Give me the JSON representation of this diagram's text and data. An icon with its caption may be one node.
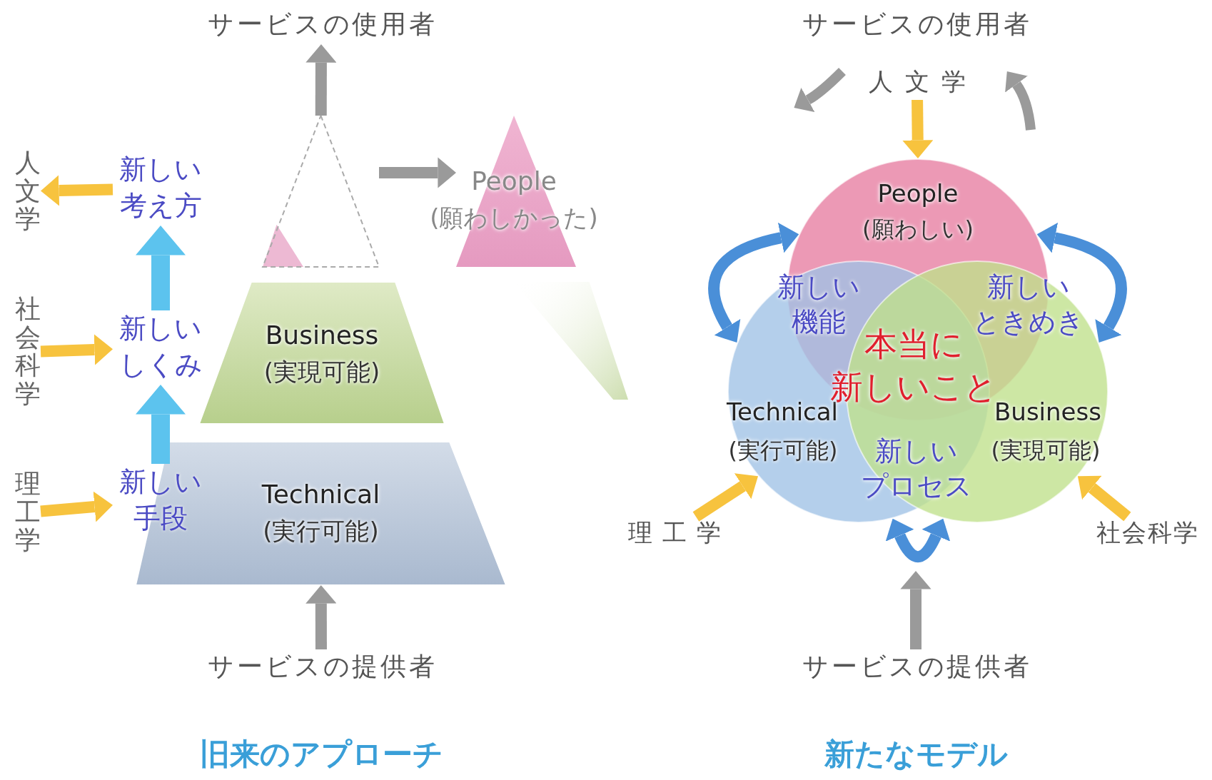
{
  "diagram": {
    "nodes": [
      {
        "text": [
          "サービスの使用者"
        ]
      },
      {
        "text": [],
        "shape": "triangle"
      },
      {
        "text": [
          "Business",
          "(実現可能)"
        ]
      },
      {
        "text": [
          "Technical",
          "(実行可能)"
        ]
      },
      {
        "text": [
          "サービスの提供者"
        ]
      },
      {
        "text": [
          "People",
          "(願わしかった)"
        ]
      },
      {
        "text": [
          "新しい考え方"
        ]
      },
      {
        "text": [
          "新しいしくみ"
        ]
      },
      {
        "text": [
          "新しい手段"
        ]
      },
      {
        "text": [
          "人文学"
        ]
      },
      {
        "text": [
          "社会科学"
        ]
      },
      {
        "text": [
          "理工学"
        ]
      },
      {
        "text": [
          "サービスの使用者"
        ]
      },
      {
        "text": [
          "人文学"
        ]
      },
      {
        "text": [
          "People",
          "(願わしい)"
        ]
      },
      {
        "text": [
          "Technical",
          "(実行可能)"
        ]
      },
      {
        "text": [
          "Business",
          "(実現可能)"
        ]
      },
      {
        "text": [
          "理工学"
        ]
      },
      {
        "text": [
          "社会科学"
        ]
      },
      {
        "text": [
          "サービスの提供者"
        ]
      },
      {
        "text": [],
        "shape": "trapezoid"
      }
    ],
    "edges": [
      {
        "from": 1,
        "to": 0,
        "arrow": "to",
        "color": "#9a9a9a"
      },
      {
        "from": 4,
        "to": 3,
        "arrow": "to",
        "color": "#9a9a9a"
      },
      {
        "from": 1,
        "to": 5,
        "arrow": "to",
        "color": "#9a9a9a"
      },
      {
        "from": 6,
        "to": 9,
        "arrow": "to"
      },
      {
        "from": 10,
        "to": 7,
        "arrow": "to"
      },
      {
        "from": 11,
        "to": 8,
        "arrow": "to"
      },
      {
        "from": 8,
        "to": 7,
        "arrow": "to",
        "color": "#5cc3ee"
      },
      {
        "from": 7,
        "to": 6,
        "arrow": "to",
        "color": "#5cc3ee"
      },
      {
        "from": 13,
        "to": 14,
        "arrow": "to"
      },
      {
        "from": 17,
        "to": 15,
        "arrow": "to"
      },
      {
        "from": 18,
        "to": 16,
        "arrow": "to"
      },
      {
        "from": 14,
        "to": 15,
        "arrow": "both",
        "color": "#4a8fd8"
      },
      {
        "from": 14,
        "to": 16,
        "arrow": "both",
        "color": "#4a8fd8"
      },
      {
        "from": 15,
        "to": 16,
        "arrow": "both",
        "color": "#4a8fd8"
      },
      {
        "from": 19,
        "to": null,
        "arrow": "to",
        "color": "#9a9a9a"
      }
    ],
    "labels": [
      "新しい機能",
      "新しいときめき",
      "本当に新しいこと",
      "新しいプロセス",
      "旧来のアプローチ",
      "新たなモデル"
    ]
  }
}
